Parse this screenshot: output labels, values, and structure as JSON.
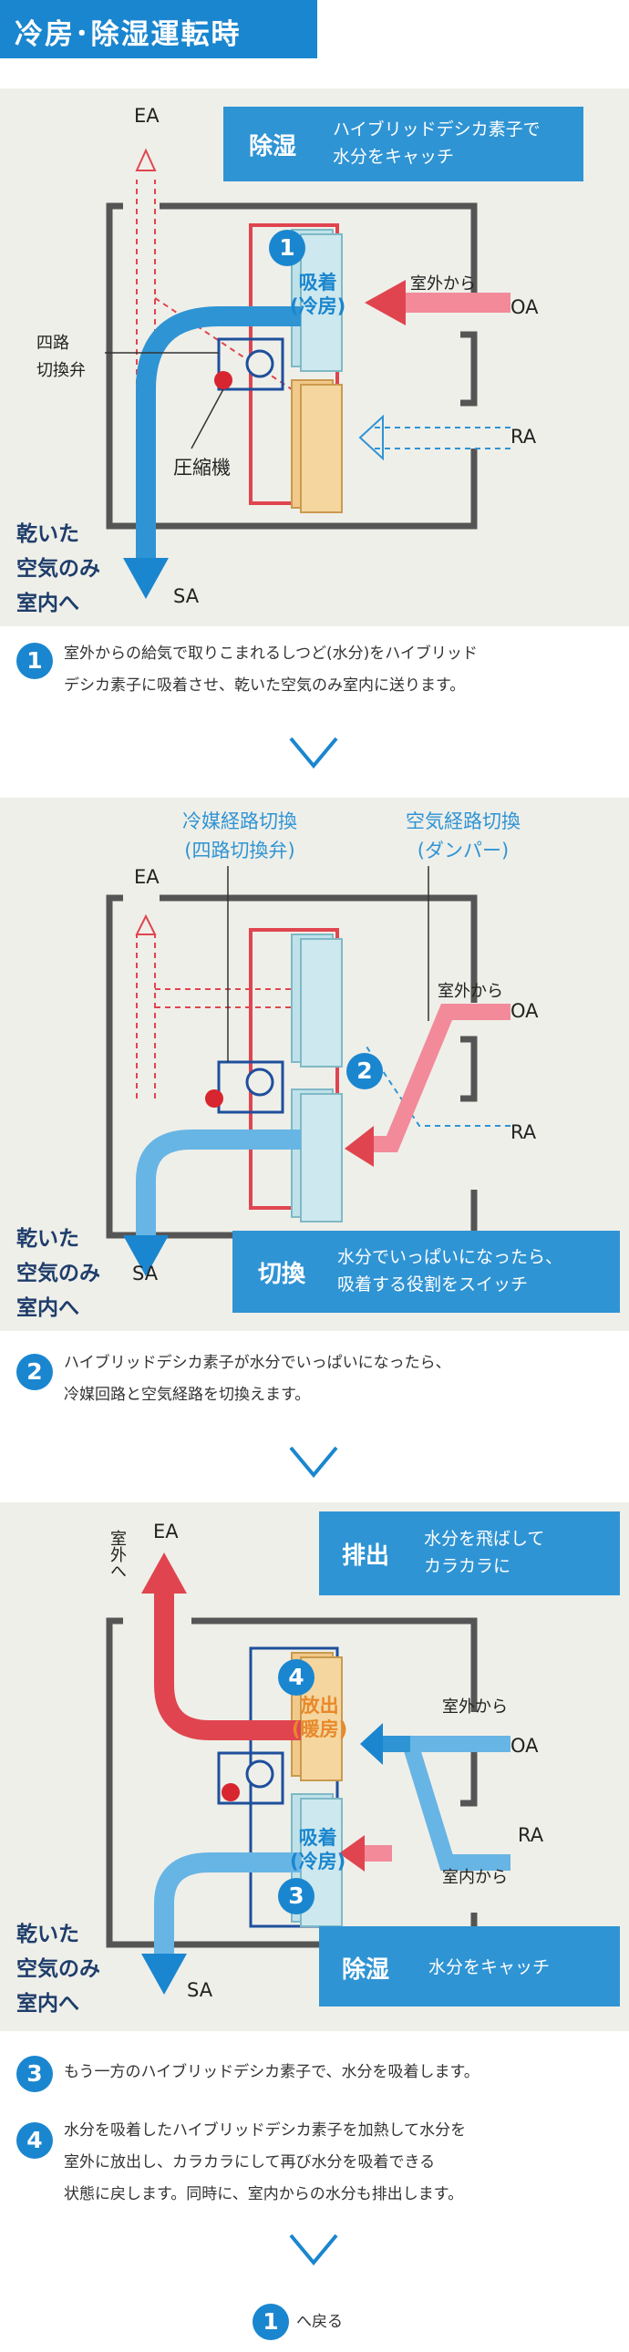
{
  "title": "冷房･除湿運転時",
  "panel1": {
    "labels": {
      "ea": "EA",
      "oa": "OA",
      "ra": "RA",
      "sa": "SA",
      "from_outside": "室外から",
      "valve": "四路\n切換弁",
      "compressor": "圧縮機",
      "dry_air": "乾いた\n空気のみ\n室内へ"
    },
    "element_label": "吸着\n(冷房)",
    "callout": {
      "tag": "除湿",
      "text": "ハイブリッドデシカ素子で\n水分をキャッチ"
    }
  },
  "step1": {
    "num": "1",
    "text": "室外からの給気で取りこまれるしつど(水分)をハイブリッド\nデシカ素子に吸着させ、乾いた空気のみ室内に送ります。"
  },
  "panel2": {
    "labels": {
      "ea": "EA",
      "oa": "OA",
      "ra": "RA",
      "sa": "SA",
      "from_outside": "室外から",
      "dry_air": "乾いた\n空気のみ\n室内へ"
    },
    "refrigerant_switch": "冷媒経路切換\n(四路切換弁)",
    "air_switch": "空気経路切換\n(ダンパー)",
    "callout": {
      "tag": "切換",
      "text": "水分でいっぱいになったら、\n吸着する役割をスイッチ"
    }
  },
  "step2": {
    "num": "2",
    "text": "ハイブリッドデシカ素子が水分でいっぱいになったら、\n冷媒回路と空気経路を切換えます。"
  },
  "panel3": {
    "labels": {
      "ea": "EA",
      "oa": "OA",
      "ra": "RA",
      "sa": "SA",
      "to_outside": "室外へ",
      "from_outside": "室外から",
      "from_inside": "室内から",
      "dry_air": "乾いた\n空気のみ\n室内へ"
    },
    "release_label": "放出\n(暖房)",
    "adsorb_label": "吸着\n(冷房)",
    "callout_top": {
      "tag": "排出",
      "text": "水分を飛ばして\nカラカラに"
    },
    "callout_bottom": {
      "tag": "除湿",
      "text": "水分をキャッチ"
    }
  },
  "step3": {
    "num": "3",
    "text": "もう一方のハイブリッドデシカ素子で、水分を吸着します。"
  },
  "step4": {
    "num": "4",
    "text": "水分を吸着したハイブリッドデシカ素子を加熱して水分を\n室外に放出し、カラカラにして再び水分を吸着できる\n状態に戻します。同時に、室内からの水分も排出します。"
  },
  "back": {
    "num": "1",
    "text": "へ戻る"
  },
  "colors": {
    "accent_blue": "#1a86cf",
    "callout_blue": "#2f94d4",
    "red": "#e0454f",
    "panel_bg": "#efefe9"
  }
}
